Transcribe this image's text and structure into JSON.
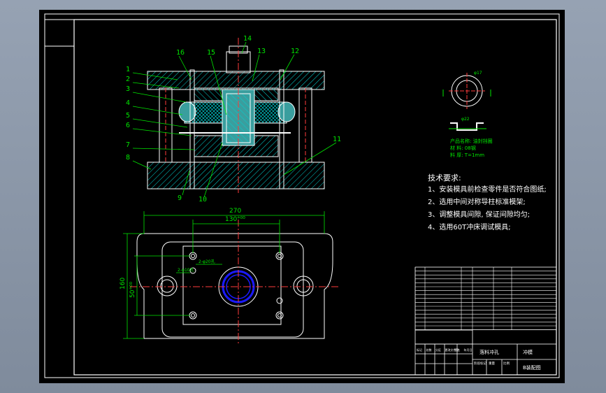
{
  "colors": {
    "outline": "#ffffff",
    "hatch": "#00d2d2",
    "dim": "#00e600",
    "center": "#ff3b3b",
    "part_fill": "#3a9e9e",
    "hole": "#1a1aff",
    "title_text": "#ffffff"
  },
  "part_numbers": [
    "1",
    "2",
    "3",
    "4",
    "5",
    "6",
    "7",
    "8",
    "9",
    "10",
    "11",
    "12",
    "13",
    "14",
    "15",
    "16"
  ],
  "dimensions": {
    "overall_width": "270",
    "guide_spacing": "130°⁰⁰",
    "overall_height": "160",
    "guide_vertical": "50°⁰⁰",
    "hole_note_a": "2-φ20孔",
    "hole_note_b": "2-φ10孔"
  },
  "product_drawing": {
    "dia_label": "φ17",
    "size_label": "φ22",
    "info": [
      "产品名称: 油封挡圈",
      "材  料: 08钢",
      "料  厚: T=1mm"
    ]
  },
  "tech_requirements": {
    "title": "技术要求:",
    "items": [
      "1、安装模具前检查零件是否符合图纸;",
      "2、选用中间对称导柱标准模架;",
      "3、调整模具间隙, 保证间隙均匀;",
      "4、选用60T冲床调试模具;"
    ]
  },
  "title_block": {
    "drawing_name": "落料冲孔",
    "code_top": "冲模",
    "code_bottom": "B装配图",
    "left_headers": [
      "标记",
      "处数",
      "分区",
      "更改文件号",
      "签名",
      "年月日"
    ],
    "mid_headers": [
      "阶段标记",
      "重量",
      "比例"
    ]
  }
}
